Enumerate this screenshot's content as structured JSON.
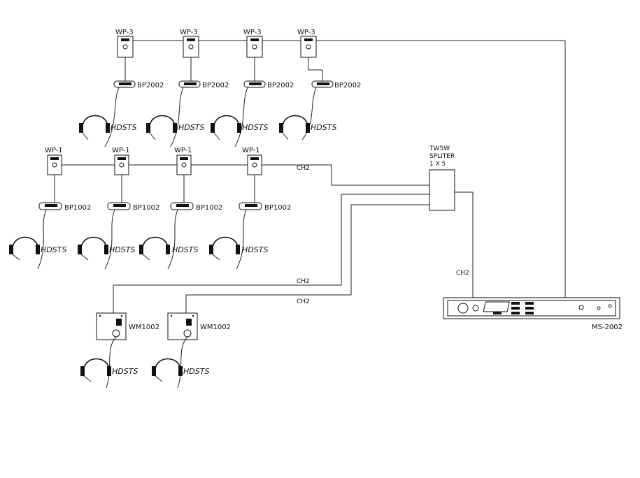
{
  "wp3": {
    "label": "WP-3",
    "units": 4
  },
  "bp2002": {
    "label": "BP2002"
  },
  "wp1": {
    "label": "WP-1"
  },
  "bp1002": {
    "label": "BP1002"
  },
  "headset": {
    "label": "HDSTS"
  },
  "wm1002": {
    "label": "WM1002"
  },
  "splitter": {
    "line1": "TW5W",
    "line2": "SPLITER",
    "line3": "1 X 5"
  },
  "channel": {
    "label": "CH2"
  },
  "master": {
    "label": "MS-2002"
  }
}
